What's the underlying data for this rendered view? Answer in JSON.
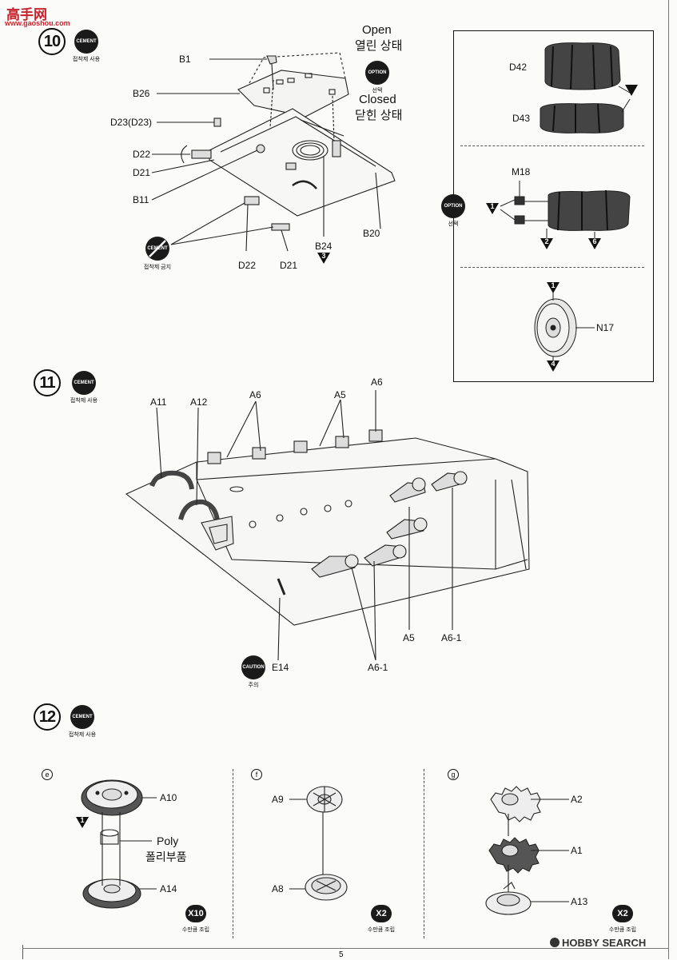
{
  "header": {
    "logo_text": "高手网",
    "logo_url": "www.gaoshou.com"
  },
  "footer": {
    "page_number": "5",
    "watermark": "HOBBY SEARCH"
  },
  "step10": {
    "number": "10",
    "badge": "CEMENT",
    "badge_caption": "접착제 사용",
    "no_cement_badge": "CEMENT",
    "no_cement_caption": "접착제 금지",
    "option_badge": "OPTION",
    "option_caption": "선택",
    "open_en": "Open",
    "open_ko": "열린 상태",
    "closed_en": "Closed",
    "closed_ko": "닫힌 상태",
    "parts": {
      "b1": "B1",
      "b26": "B26",
      "d23": "D23(D23)",
      "d22a": "D22",
      "d21a": "D21",
      "b11": "B11",
      "d22b": "D22",
      "d21b": "D21",
      "b24": "B24",
      "b24_ref": "3",
      "b20": "B20"
    },
    "option_panel": {
      "d42": "D42",
      "d43": "D43",
      "ref6a": "6",
      "side_badge": "OPTION",
      "side_caption": "선택",
      "m18": "M18",
      "ref1": "1",
      "ref2": "2",
      "ref6b": "6",
      "n17": "N17",
      "ref_top": "1",
      "ref_bottom": "4"
    }
  },
  "step11": {
    "number": "11",
    "badge": "CEMENT",
    "badge_caption": "접착제 사용",
    "caution_badge": "CAUTION",
    "caution_caption": "주의",
    "parts": {
      "a11": "A11",
      "a12": "A12",
      "a6a": "A6",
      "a5a": "A5",
      "a6b": "A6",
      "a5b": "A5",
      "a61a": "A6-1",
      "e14": "E14",
      "a61b": "A6-1"
    }
  },
  "step12": {
    "number": "12",
    "badge": "CEMENT",
    "badge_caption": "접착제 사용",
    "e": {
      "letter": "e",
      "a10": "A10",
      "ref1": "1",
      "poly_en": "Poly",
      "poly_ko": "폴리부품",
      "a14": "A14",
      "qty": "X10",
      "qty_caption": "수만큼 조립"
    },
    "f": {
      "letter": "f",
      "a9": "A9",
      "a8": "A8",
      "qty": "X2",
      "qty_caption": "수만큼 조립"
    },
    "g": {
      "letter": "g",
      "a2": "A2",
      "a1": "A1",
      "a13": "A13",
      "qty": "X2",
      "qty_caption": "수만큼 조립"
    }
  }
}
